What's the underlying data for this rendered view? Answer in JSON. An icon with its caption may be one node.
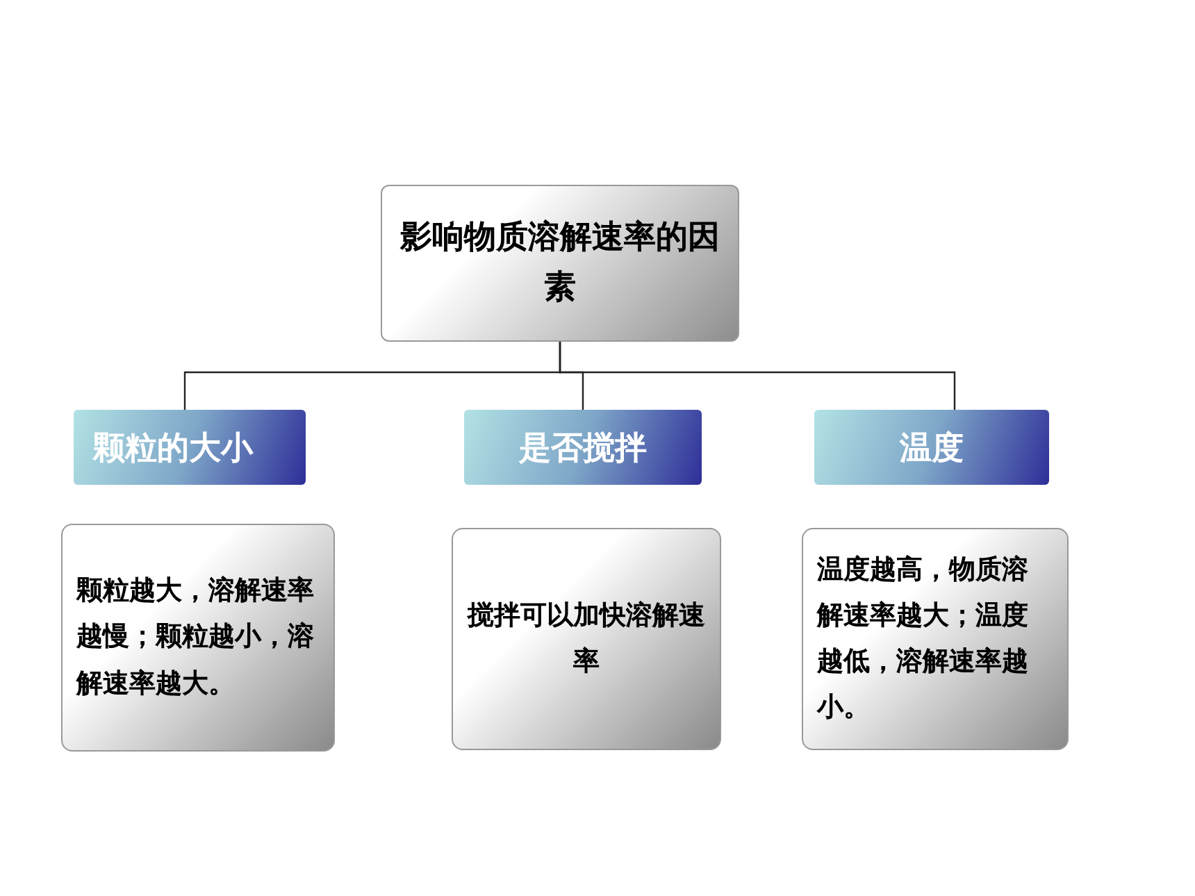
{
  "diagram": {
    "nodes": [
      {
        "text": [
          "影响物质溶解速率的因素"
        ]
      },
      {
        "text": [
          "颗粒的大小"
        ]
      },
      {
        "text": [
          "是否搅拌"
        ]
      },
      {
        "text": [
          "温度"
        ]
      },
      {
        "text": [
          "颗粒越大，溶解速率越慢；颗粒越小，溶解速率越大。"
        ]
      },
      {
        "text": [
          "搅拌可以加快溶解速率"
        ]
      },
      {
        "text": [
          "温度越高，物质溶解速率越大；温度越低，溶解速率越小。"
        ]
      }
    ],
    "edges": [
      {
        "from": 0,
        "to": 1,
        "arrow": "none"
      },
      {
        "from": 0,
        "to": 2,
        "arrow": "none"
      },
      {
        "from": 0,
        "to": 3,
        "arrow": "none"
      }
    ]
  }
}
